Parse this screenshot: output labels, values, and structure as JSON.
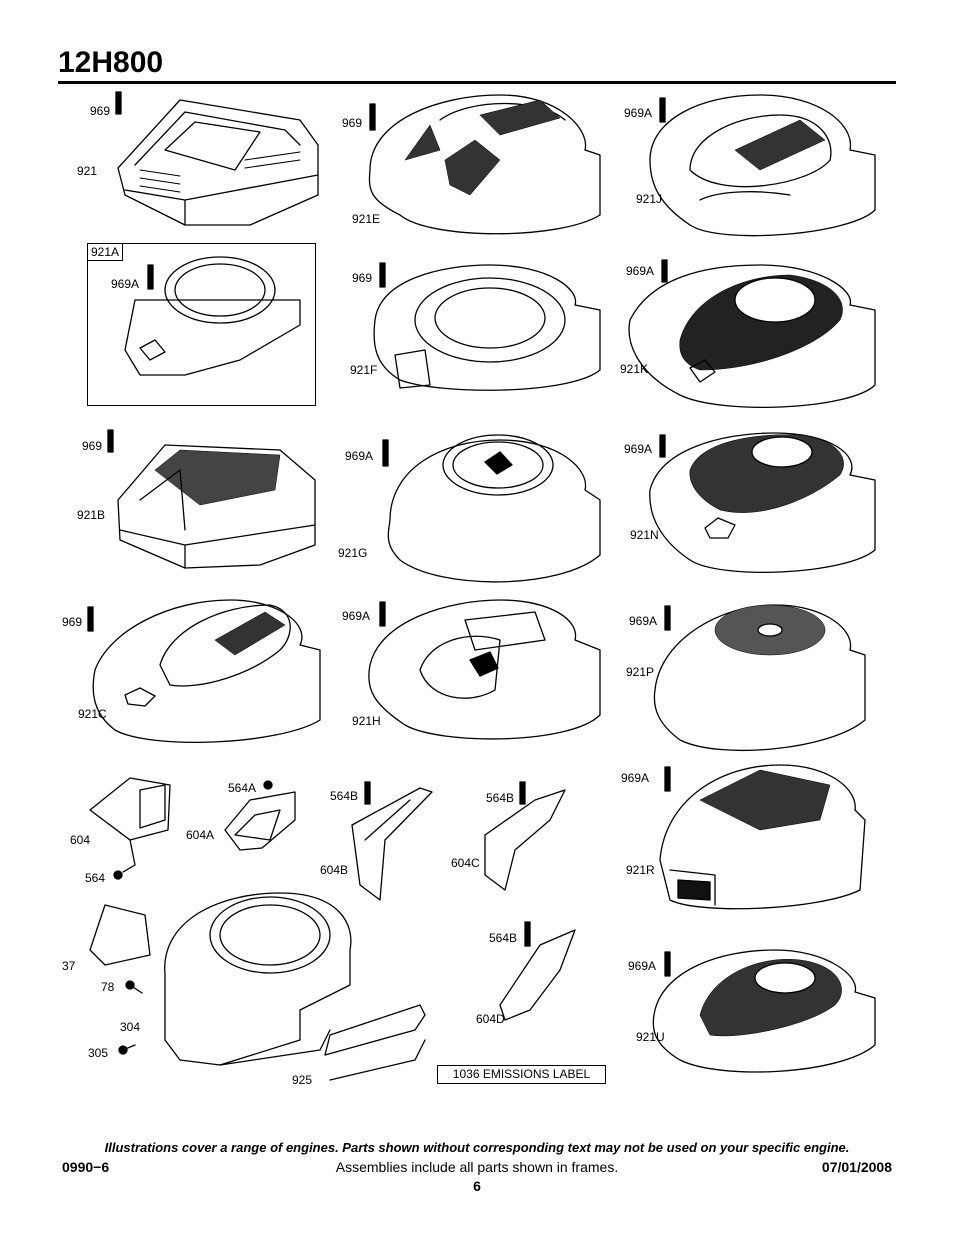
{
  "header": {
    "title": "12H800"
  },
  "labels": {
    "p969_a": "969",
    "p921": "921",
    "p969_b": "969",
    "p921E": "921E",
    "p969A_a": "969A",
    "p921J": "921J",
    "p921A": "921A",
    "p969A_b": "969A",
    "p969_c": "969",
    "p921F": "921F",
    "p969A_c": "969A",
    "p921K": "921K",
    "p969_d": "969",
    "p921B": "921B",
    "p969A_d": "969A",
    "p921G": "921G",
    "p969A_e": "969A",
    "p921N": "921N",
    "p969_e": "969",
    "p921C": "921C",
    "p969A_f": "969A",
    "p921H": "921H",
    "p969A_g": "969A",
    "p921P": "921P",
    "p564A": "564A",
    "p604": "604",
    "p604A": "604A",
    "p564": "564",
    "p564B_a": "564B",
    "p604B": "604B",
    "p564B_b": "564B",
    "p604C": "604C",
    "p969A_h": "969A",
    "p921R": "921R",
    "p37": "37",
    "p78": "78",
    "p304": "304",
    "p305": "305",
    "p925": "925",
    "p564B_c": "564B",
    "p604D": "604D",
    "p969A_i": "969A",
    "p921U": "921U",
    "emissions": "1036 EMISSIONS LABEL"
  },
  "footer": {
    "note": "Illustrations cover a range of engines. Parts shown without corresponding text may not be used on your specific engine.",
    "code": "0990−6",
    "assemblies": "Assemblies include all parts shown in frames.",
    "date": "07/01/2008",
    "page": "6"
  }
}
